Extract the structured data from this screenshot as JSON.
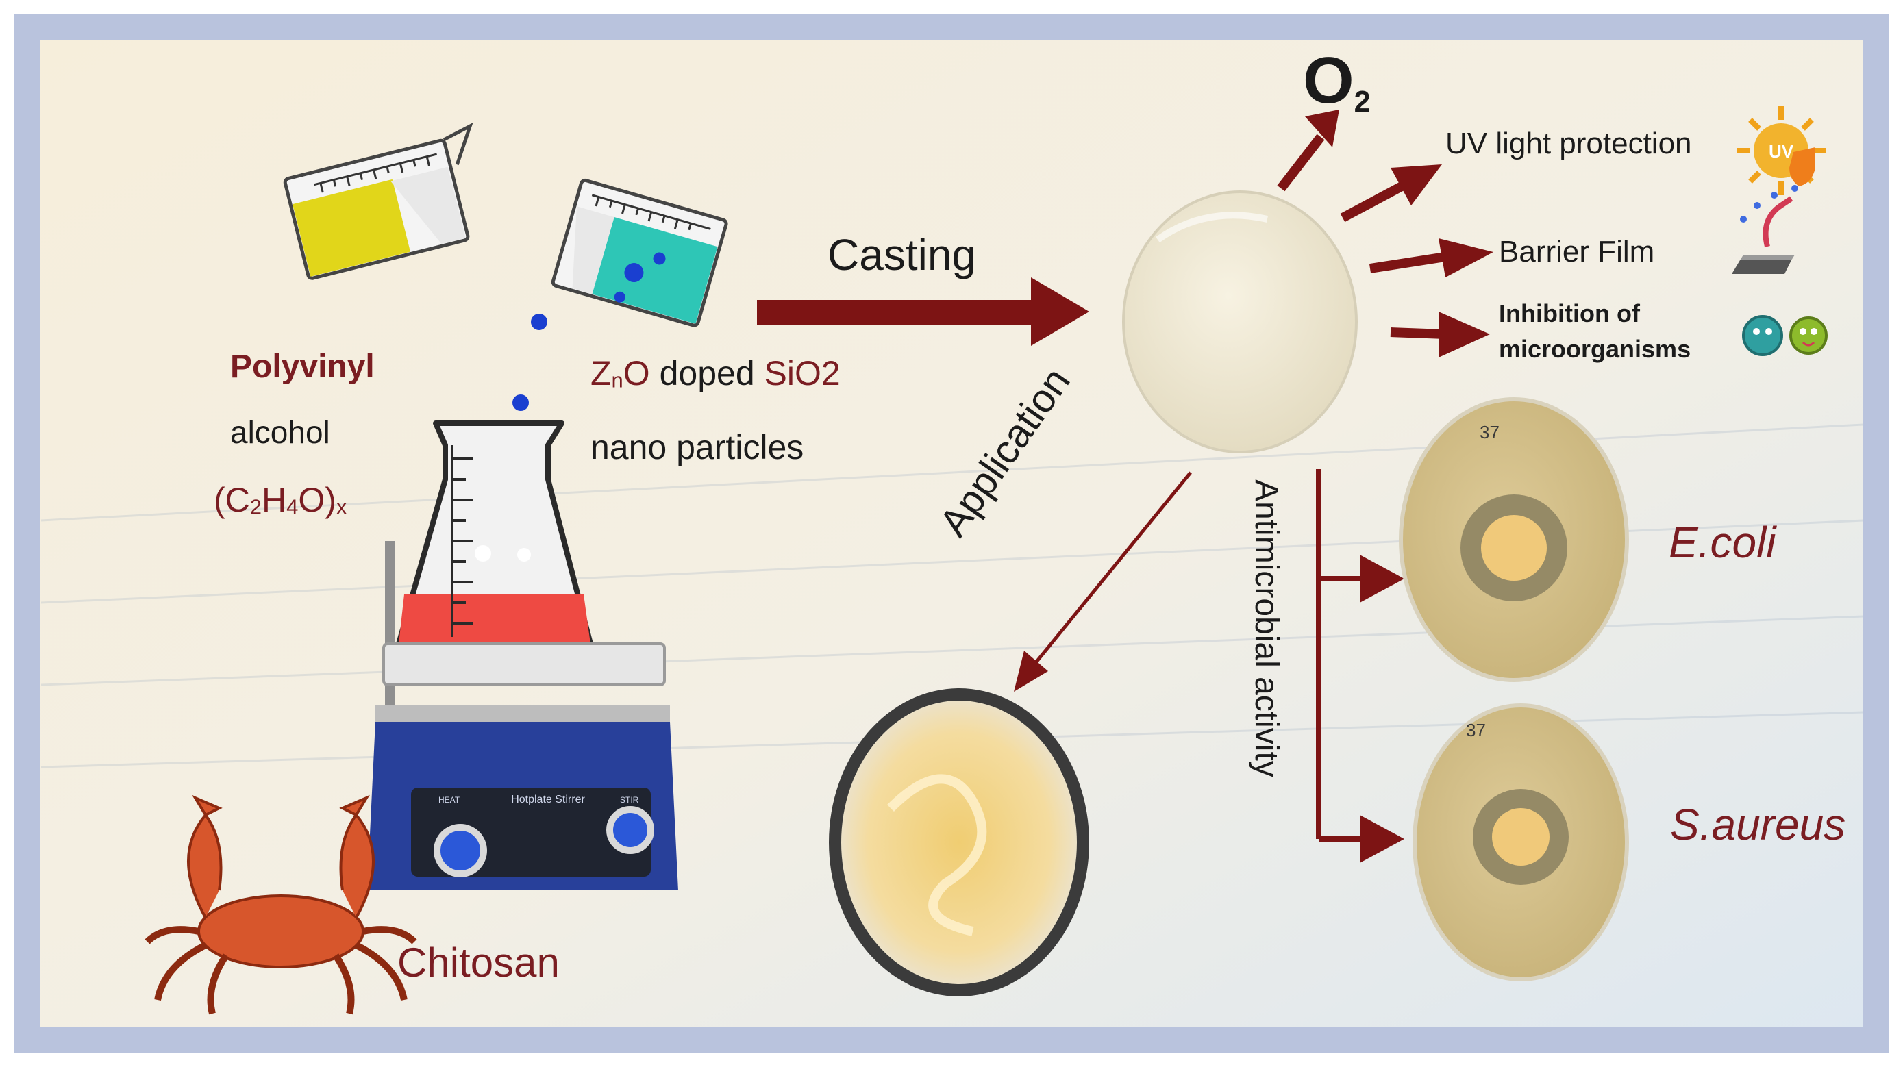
{
  "colors": {
    "frame": "#b9c3dd",
    "background": "#f4efe0",
    "arrow": "#7d1414",
    "label_dark_red": "#7a1d22",
    "label_black": "#1b1b1b",
    "film": "#efe9d5",
    "agar": "#d8c58f",
    "yellow_solution": "#e1d61a",
    "teal_solution": "#2ec6b6",
    "red_solution": "#ee4a43",
    "hotplate": "#28409a"
  },
  "icons": [
    "graduated-cylinder-icon",
    "erlenmeyer-flask-icon",
    "hotplate-stirrer-icon",
    "crab-icon",
    "oxygen-molecule-label",
    "sun-shield-icon",
    "barrier-film-icon",
    "microbe-icon",
    "petri-dish-icon"
  ],
  "labels": {
    "pva_name": "Polyvinyl",
    "pva_name2": "alcohol",
    "pva_formula": {
      "open": "(C",
      "n1": "2",
      "h": "H",
      "n2": "4",
      "o": "O)",
      "x": "x"
    },
    "zno": {
      "zn": "Z",
      "n": "n",
      "o": "O",
      "doped": " doped ",
      "sio": "SiO",
      "two": "2"
    },
    "nano": "nano particles",
    "chitosan": "Chitosan",
    "casting": "Casting",
    "o2": {
      "o": "O",
      "two": "2"
    },
    "uv": "UV light protection",
    "uv_badge": "UV",
    "barrier": "Barrier Film",
    "inhibition_1": "Inhibition of",
    "inhibition_2": "microorganisms",
    "application": "Application",
    "antimicrobial": "Antimicrobial activity",
    "ecoli": "E.coli",
    "saureus": "S.aureus",
    "hotplate_brand": "Hotplate Stirrer",
    "heat": "HEAT",
    "stir": "STIR",
    "dish_marking": "37"
  }
}
